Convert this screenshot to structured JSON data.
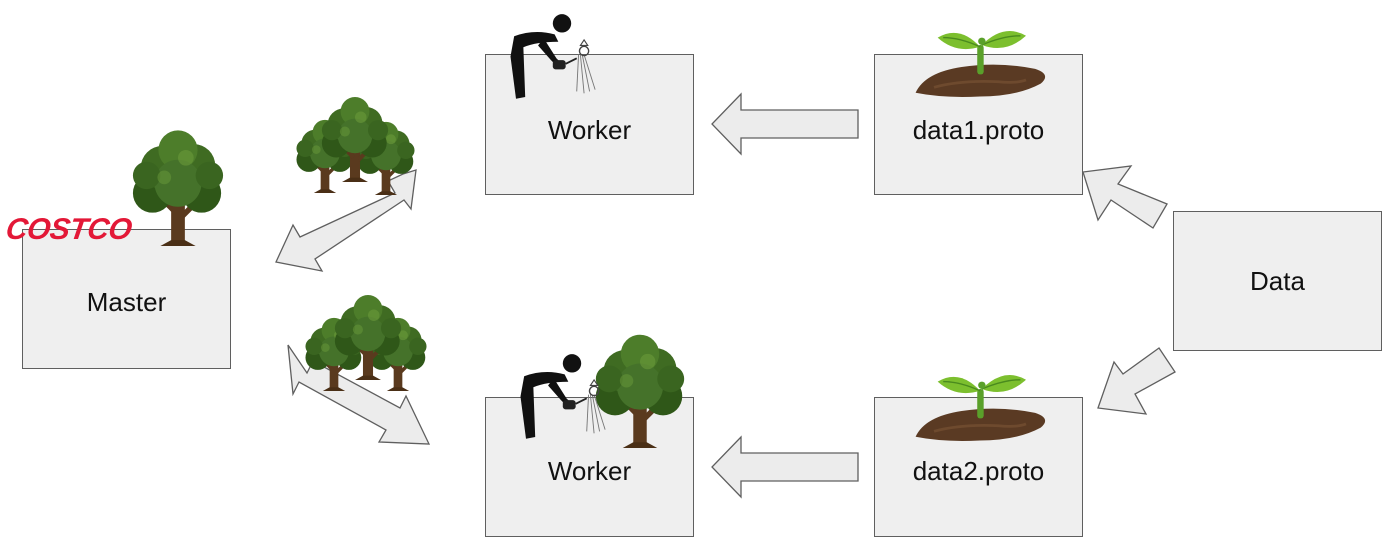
{
  "nodes": {
    "master": "Master",
    "worker_top": "Worker",
    "worker_bottom": "Worker",
    "data1": "data1.proto",
    "data2": "data2.proto",
    "data": "Data"
  },
  "logo_text": "COSTCO",
  "colors": {
    "box_fill": "#efefef",
    "box_border": "#5f5f5f",
    "arrow_fill": "#ececec",
    "logo_red": "#e31837",
    "tree_green": "#3f6b22",
    "trunk_brown": "#5a3a1e",
    "soil_brown": "#5a3a23",
    "sprout_green": "#7cbf2e",
    "figure_black": "#111111"
  },
  "icons": [
    "tree-icon",
    "seedling-icon",
    "gardener-icon",
    "costco-logo"
  ]
}
